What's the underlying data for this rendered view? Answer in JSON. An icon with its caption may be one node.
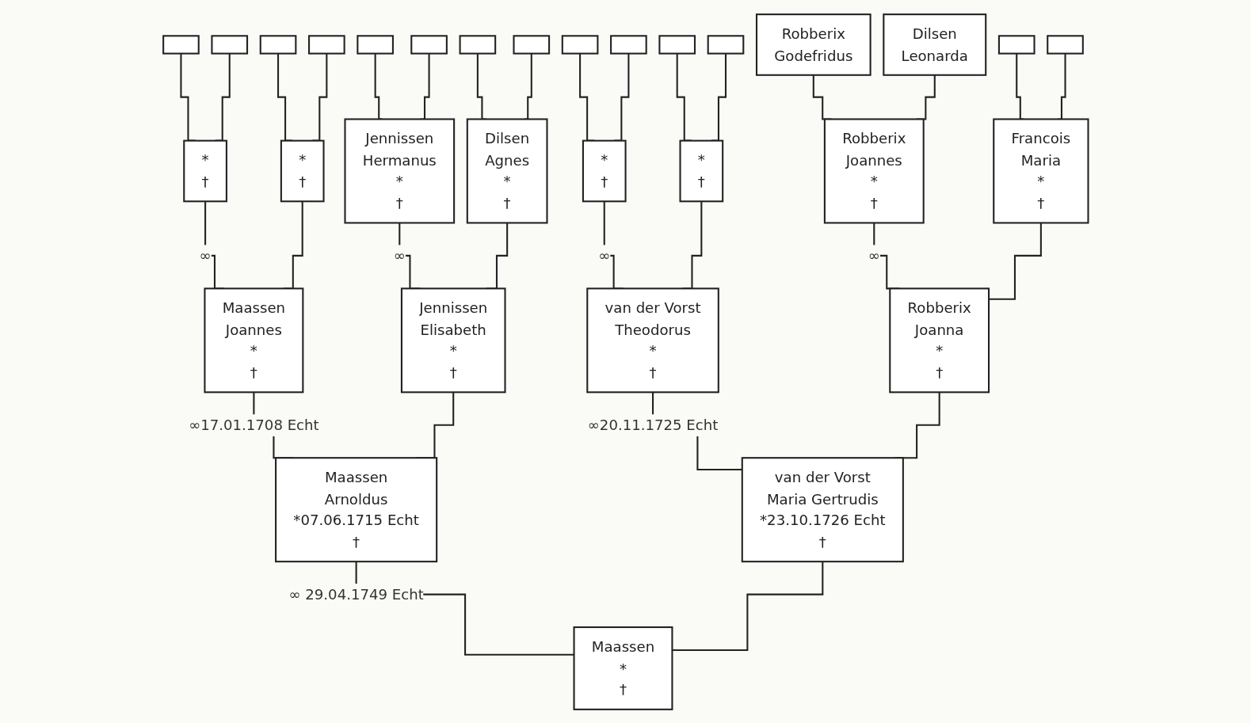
{
  "diagram": {
    "nodes": [
      {
        "text": [],
        "shape": "box"
      },
      {
        "text": [],
        "shape": "box"
      },
      {
        "text": [],
        "shape": "box"
      },
      {
        "text": [],
        "shape": "box"
      },
      {
        "text": [],
        "shape": "box"
      },
      {
        "text": [],
        "shape": "box"
      },
      {
        "text": [],
        "shape": "box"
      },
      {
        "text": [],
        "shape": "box"
      },
      {
        "text": [],
        "shape": "box"
      },
      {
        "text": [],
        "shape": "box"
      },
      {
        "text": [],
        "shape": "box"
      },
      {
        "text": [],
        "shape": "box"
      },
      {
        "text": [
          "Robberix",
          "Godefridus"
        ]
      },
      {
        "text": [
          "Dilsen",
          "Leonarda"
        ]
      },
      {
        "text": [],
        "shape": "box"
      },
      {
        "text": [],
        "shape": "box"
      },
      {
        "text": [
          "*",
          "†"
        ]
      },
      {
        "text": [
          "*",
          "†"
        ]
      },
      {
        "text": [
          "Jennissen",
          "Hermanus",
          "*",
          "†"
        ]
      },
      {
        "text": [
          "Dilsen",
          "Agnes",
          "*",
          "†"
        ]
      },
      {
        "text": [
          "*",
          "†"
        ]
      },
      {
        "text": [
          "*",
          "†"
        ]
      },
      {
        "text": [
          "Robberix",
          "Joannes",
          "*",
          "†"
        ]
      },
      {
        "text": [
          "Francois",
          "Maria",
          "*",
          "†"
        ]
      },
      {
        "text": [
          "Maassen",
          "Joannes",
          "*",
          "†"
        ]
      },
      {
        "text": [
          "Jennissen",
          "Elisabeth",
          "*",
          "†"
        ]
      },
      {
        "text": [
          "van der Vorst",
          "Theodorus",
          "*",
          "†"
        ]
      },
      {
        "text": [
          "Robberix",
          "Joanna",
          "*",
          "†"
        ]
      },
      {
        "text": [
          "Maassen",
          "Arnoldus",
          "*07.06.1715 Echt",
          "†"
        ]
      },
      {
        "text": [
          "van der Vorst",
          "Maria Gertrudis",
          "*23.10.1726 Echt",
          "†"
        ]
      },
      {
        "text": [
          "Maassen",
          "*",
          "†"
        ]
      }
    ],
    "edges": [
      {
        "from": 0,
        "to": 16,
        "arrow": "none"
      },
      {
        "from": 1,
        "to": 16,
        "arrow": "none"
      },
      {
        "from": 2,
        "to": 17,
        "arrow": "none"
      },
      {
        "from": 3,
        "to": 17,
        "arrow": "none"
      },
      {
        "from": 4,
        "to": 18,
        "arrow": "none"
      },
      {
        "from": 5,
        "to": 18,
        "arrow": "none"
      },
      {
        "from": 6,
        "to": 19,
        "arrow": "none"
      },
      {
        "from": 7,
        "to": 19,
        "arrow": "none"
      },
      {
        "from": 8,
        "to": 20,
        "arrow": "none"
      },
      {
        "from": 9,
        "to": 20,
        "arrow": "none"
      },
      {
        "from": 10,
        "to": 21,
        "arrow": "none"
      },
      {
        "from": 11,
        "to": 21,
        "arrow": "none"
      },
      {
        "from": 12,
        "to": 22,
        "arrow": "none"
      },
      {
        "from": 13,
        "to": 22,
        "arrow": "none"
      },
      {
        "from": 14,
        "to": 23,
        "arrow": "none"
      },
      {
        "from": 15,
        "to": 23,
        "arrow": "none"
      },
      {
        "from": 16,
        "to": 24,
        "arrow": "none",
        "label": "∞"
      },
      {
        "from": 17,
        "to": 24,
        "arrow": "none"
      },
      {
        "from": 18,
        "to": 25,
        "arrow": "none",
        "label": "∞"
      },
      {
        "from": 19,
        "to": 25,
        "arrow": "none"
      },
      {
        "from": 20,
        "to": 26,
        "arrow": "none",
        "label": "∞"
      },
      {
        "from": 21,
        "to": 26,
        "arrow": "none"
      },
      {
        "from": 22,
        "to": 27,
        "arrow": "none",
        "label": "∞"
      },
      {
        "from": 23,
        "to": 27,
        "arrow": "none"
      },
      {
        "from": 24,
        "to": 28,
        "arrow": "none",
        "label": "∞17.01.1708 Echt"
      },
      {
        "from": 25,
        "to": 28,
        "arrow": "none"
      },
      {
        "from": 26,
        "to": 29,
        "arrow": "none",
        "label": "∞20.11.1725 Echt"
      },
      {
        "from": 27,
        "to": 29,
        "arrow": "none"
      },
      {
        "from": 28,
        "to": 30,
        "arrow": "none",
        "label": "∞ 29.04.1749 Echt"
      },
      {
        "from": 29,
        "to": 30,
        "arrow": "none"
      }
    ]
  }
}
